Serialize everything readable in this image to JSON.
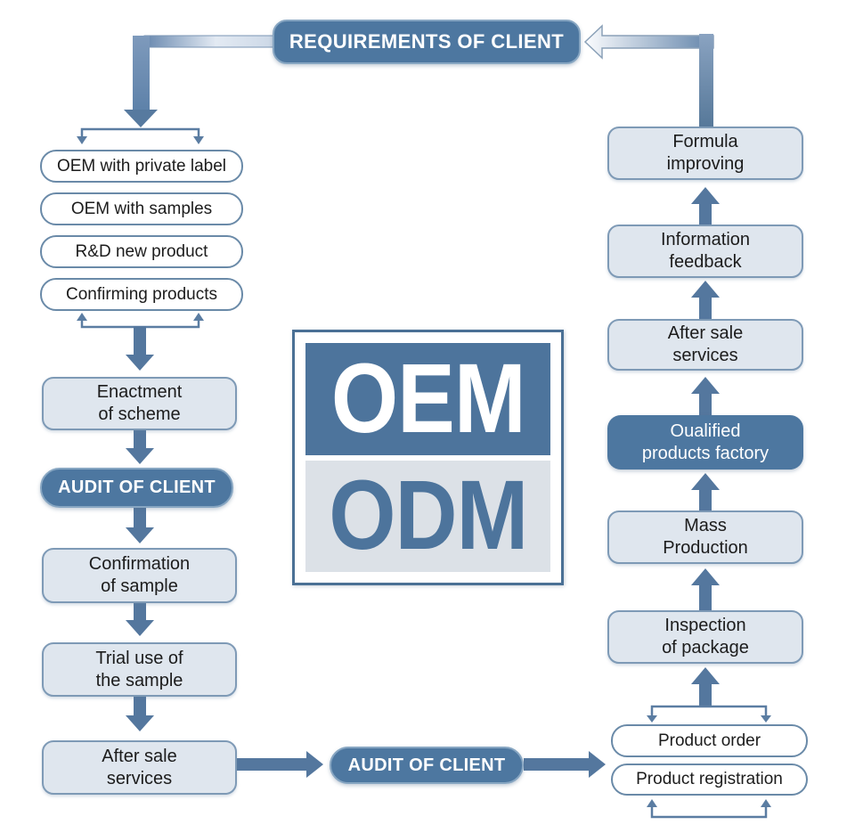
{
  "diagram_title": "OEM / ODM client process flowchart",
  "top": {
    "requirements": "REQUIREMENTS OF CLIENT"
  },
  "left_column": {
    "options": [
      "OEM with private label",
      "OEM with samples",
      "R&D new product",
      "Confirming products"
    ],
    "enactment": "Enactment\nof scheme",
    "audit": "AUDIT OF CLIENT",
    "confirmation": "Confirmation\nof sample",
    "trial_use": "Trial use of\nthe sample",
    "after_sale": "After sale\nservices"
  },
  "center_emblem": {
    "oem": "OEM",
    "odm": "ODM"
  },
  "bottom": {
    "audit": "AUDIT OF CLIENT"
  },
  "right_column": {
    "formula_improving": "Formula\nimproving",
    "information_feedback": "Information\nfeedback",
    "after_sale": "After sale\nservices",
    "qualified_factory": "Oualified\nproducts factory",
    "mass_production": "Mass\nProduction",
    "inspection": "Inspection\nof package",
    "product_order": "Product order",
    "product_registration": "Product registration"
  },
  "colors": {
    "dark_blue": "#4d77a0",
    "emblem_blue": "#4d749c",
    "light_box_fill": "#dfe6ee",
    "odm_fill": "#dce1e7",
    "arrow_thick": "#54779e",
    "arrow_thin": "#5b7da2",
    "box_border": "#6a8aa8"
  }
}
